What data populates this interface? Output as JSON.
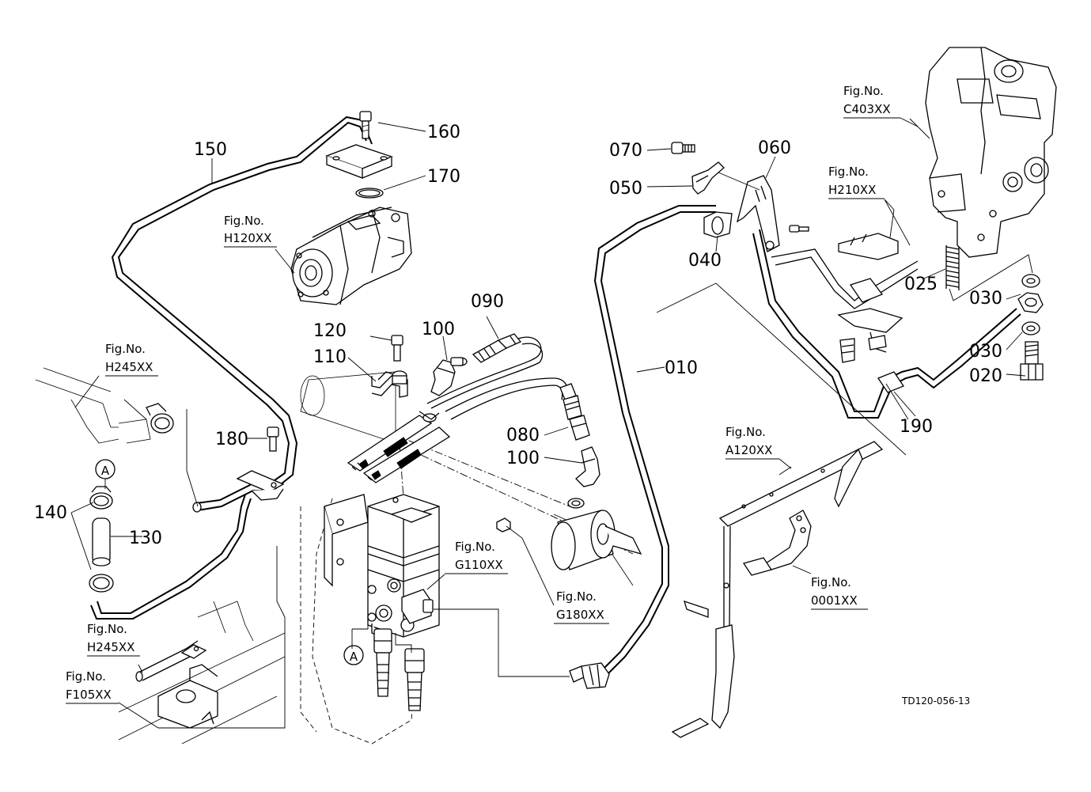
{
  "drawing_code": "TD120-056-13",
  "callouts": {
    "c010": "010",
    "c020": "020",
    "c025": "025",
    "c030a": "030",
    "c030b": "030",
    "c040": "040",
    "c050": "050",
    "c060": "060",
    "c070": "070",
    "c080": "080",
    "c090": "090",
    "c100a": "100",
    "c100b": "100",
    "c110": "110",
    "c120": "120",
    "c130": "130",
    "c140": "140",
    "c150": "150",
    "c160": "160",
    "c170": "170",
    "c180": "180",
    "c190": "190"
  },
  "connection_markers": {
    "top_left": "A",
    "bottom_center": "A"
  },
  "figure_refs": {
    "fig_label": "Fig.No.",
    "h120": "H120XX",
    "h245_top": "H245XX",
    "h245_bottom": "H245XX",
    "f105": "F105XX",
    "g110": "G110XX",
    "g180": "G180XX",
    "a120": "A120XX",
    "c403": "C403XX",
    "h210": "H210XX",
    "f0001": "0001XX"
  }
}
